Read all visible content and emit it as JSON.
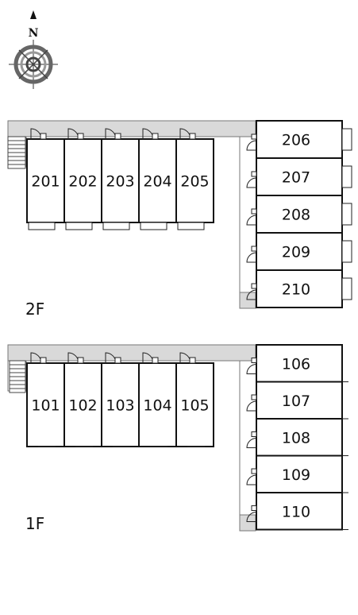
{
  "compass": {
    "label": "N"
  },
  "floors": [
    {
      "id": "2F",
      "label": "2F",
      "west_units": [
        "201",
        "202",
        "203",
        "204",
        "205"
      ],
      "east_units": [
        "206",
        "207",
        "208",
        "209",
        "210"
      ]
    },
    {
      "id": "1F",
      "label": "1F",
      "west_units": [
        "101",
        "102",
        "103",
        "104",
        "105"
      ],
      "east_units": [
        "106",
        "107",
        "108",
        "109",
        "110"
      ]
    }
  ]
}
